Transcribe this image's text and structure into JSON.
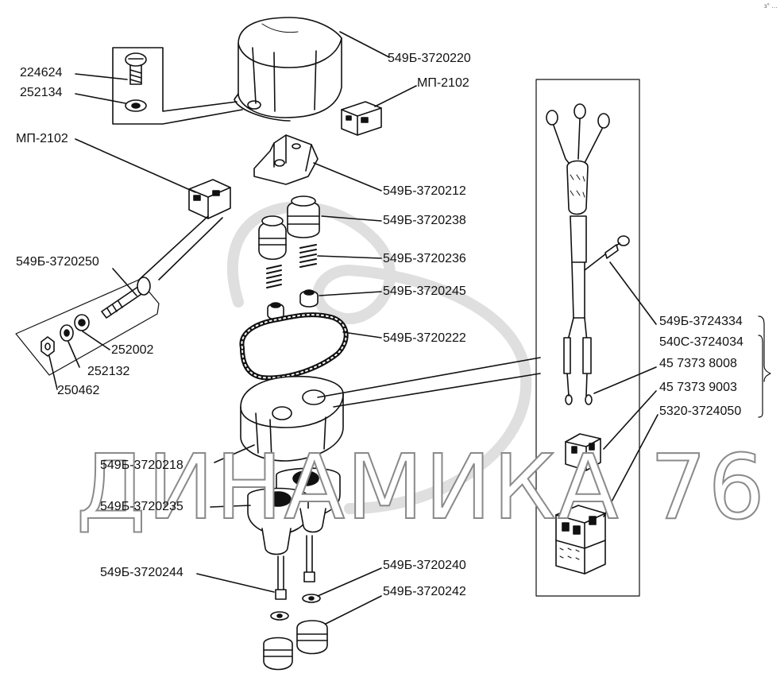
{
  "corner_mark": "з° …",
  "watermark": "ДИНАМИКА 76",
  "labels": {
    "l224624": "224624",
    "l252134": "252134",
    "mp2102_left": "МП-2102",
    "p3720250": "549Б-3720250",
    "p252002": "252002",
    "p252132": "252132",
    "p250462": "250462",
    "p3720220": "549Б-3720220",
    "mp2102_right": "МП-2102",
    "p3720212": "549Б-3720212",
    "p3720238": "549Б-3720238",
    "p3720236": "549Б-3720236",
    "p3720245": "549Б-3720245",
    "p3720222": "549Б-3720222",
    "p3720218": "549Б-3720218",
    "p3720235": "549Б-3720235",
    "p3720244": "549Б-3720244",
    "p3720240": "549Б-3720240",
    "p3720242": "549Б-3720242",
    "p3724334": "549Б-3724334",
    "p3724034": "540С-3724034",
    "p8008": "45 7373 8008",
    "p9003": "45 7373 9003",
    "p3724050": "5320-3724050"
  }
}
